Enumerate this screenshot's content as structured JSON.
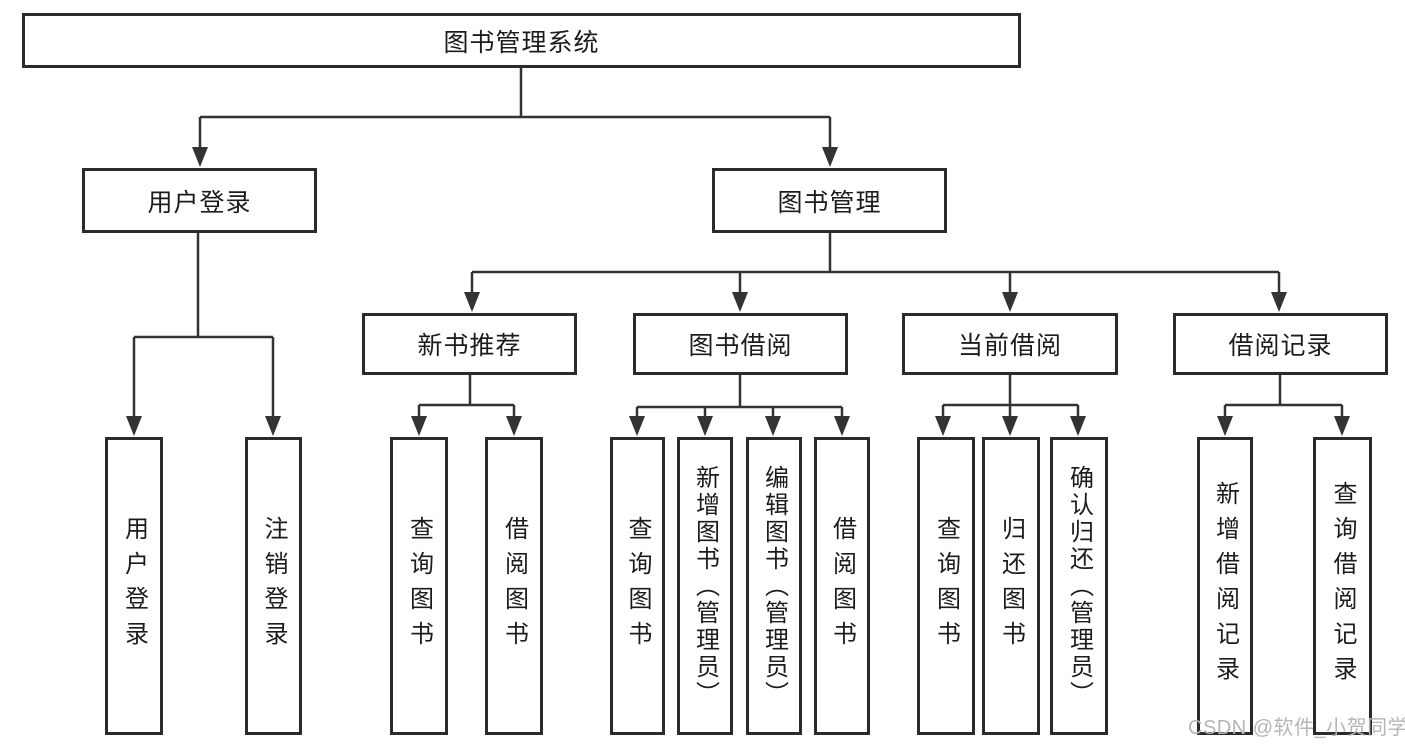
{
  "diagram": {
    "watermark": "CSDN @软件_小贺同学",
    "tree": {
      "root": {
        "label": "图书管理系统"
      },
      "branches": [
        {
          "label": "用户登录",
          "children": [
            "用户登录",
            "注销登录"
          ]
        },
        {
          "label": "图书管理",
          "groups": [
            {
              "label": "新书推荐",
              "children": [
                "查询图书",
                "借阅图书"
              ]
            },
            {
              "label": "图书借阅",
              "children": [
                "查询图书",
                "新增图书（管理员）",
                "编辑图书（管理员）",
                "借阅图书"
              ]
            },
            {
              "label": "当前借阅",
              "children": [
                "查询图书",
                "归还图书",
                "确认归还（管理员）"
              ]
            },
            {
              "label": "借阅记录",
              "children": [
                "新增借阅记录",
                "查询借阅记录"
              ]
            }
          ]
        }
      ]
    },
    "line_color": "#333333",
    "border_color": "#2b2b2b"
  }
}
